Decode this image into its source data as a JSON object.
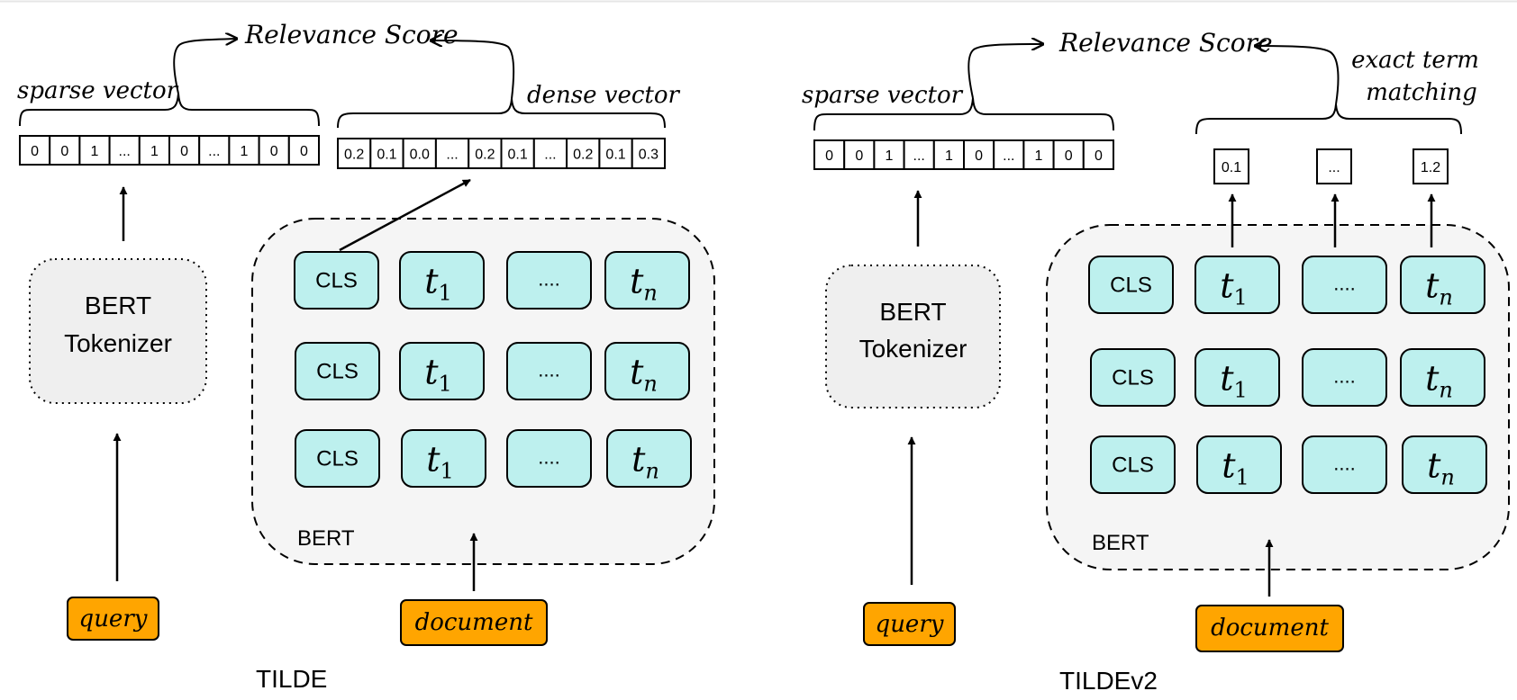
{
  "left": {
    "caption": "TILDE",
    "relevance_label": "Relevance Score",
    "sparse_label": "sparse vector",
    "dense_label": "dense vector",
    "sparse_cells": [
      "0",
      "0",
      "1",
      "...",
      "1",
      "0",
      "...",
      "1",
      "0",
      "0"
    ],
    "dense_cells": [
      "0.2",
      "0.1",
      "0.0",
      "...",
      "0.2",
      "0.1",
      "...",
      "0.2",
      "0.1",
      "0.3"
    ],
    "tokenizer_line1": "BERT",
    "tokenizer_line2": "Tokenizer",
    "bert_label": "BERT",
    "query_label": "query",
    "document_label": "document",
    "token_grid": [
      [
        "CLS",
        "t1",
        "....",
        "tn"
      ],
      [
        "CLS",
        "t1",
        "....",
        "tn"
      ],
      [
        "CLS",
        "t1",
        "....",
        "tn"
      ]
    ]
  },
  "right": {
    "caption": "TILDEv2",
    "relevance_label": "Relevance Score",
    "sparse_label": "sparse vector",
    "exact_label_line1": "exact term",
    "exact_label_line2": "matching",
    "sparse_cells": [
      "0",
      "0",
      "1",
      "...",
      "1",
      "0",
      "...",
      "1",
      "0",
      "0"
    ],
    "score_boxes": [
      "0.1",
      "...",
      "1.2"
    ],
    "tokenizer_line1": "BERT",
    "tokenizer_line2": "Tokenizer",
    "bert_label": "BERT",
    "query_label": "query",
    "document_label": "document",
    "token_grid": [
      [
        "CLS",
        "t1",
        "....",
        "tn"
      ],
      [
        "CLS",
        "t1",
        "....",
        "tn"
      ],
      [
        "CLS",
        "t1",
        "....",
        "tn"
      ]
    ]
  },
  "token_symbols": {
    "t1": {
      "base": "t",
      "sub": "1"
    },
    "tn": {
      "base": "t",
      "sub": "n"
    }
  },
  "colors": {
    "token_fill": "#bdf0ee",
    "input_fill": "#ffa500",
    "panel_fill": "#f5f5f5",
    "tokenizer_fill": "#efefef",
    "stroke": "#000000"
  }
}
